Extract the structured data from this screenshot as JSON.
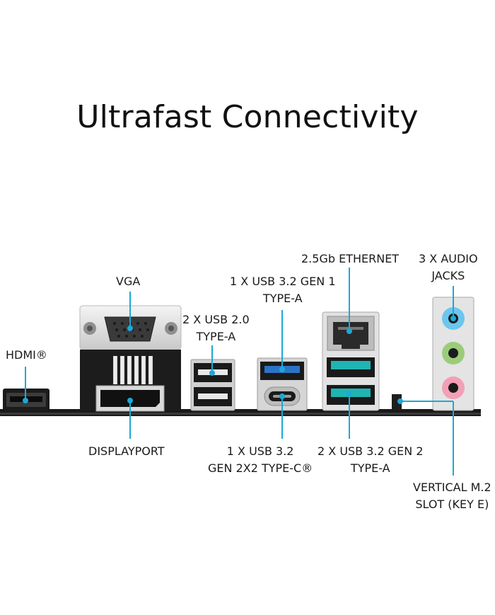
{
  "title": "Ultrafast Connectivity",
  "labels": {
    "hdmi": "HDMI®",
    "vga": "VGA",
    "usb20": [
      "2 X USB 2.0",
      "TYPE-A"
    ],
    "usb32_typea": [
      "1 X USB 3.2 GEN 1",
      "TYPE-A"
    ],
    "ethernet": "2.5Gb ETHERNET",
    "audio": [
      "3 X AUDIO",
      "JACKS"
    ],
    "displayport": "DISPLAYPORT",
    "usbc": [
      "1 X USB 3.2",
      "GEN 2X2 TYPE-C®"
    ],
    "usb32_gen2": [
      "2 X USB 3.2 GEN 2",
      "TYPE-A"
    ],
    "m2": [
      "VERTICAL M.2",
      "SLOT (KEY E)"
    ]
  },
  "colors": {
    "callout": "#1ea8d6",
    "usb3_blue": "#2b73c9",
    "usb32_teal": "#1fb5b2",
    "audio_blue": "#6cc6ee",
    "audio_green": "#9ccc7a",
    "audio_pink": "#f2a0b5",
    "board": "#111111"
  }
}
